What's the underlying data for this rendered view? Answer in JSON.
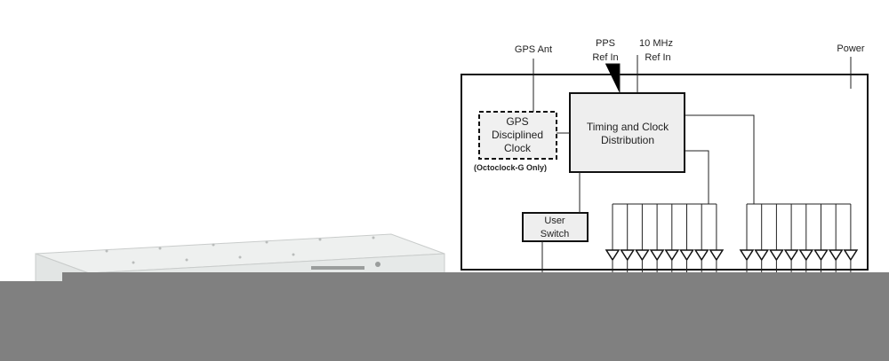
{
  "diagram": {
    "inputs": {
      "gps_ant": "GPS Ant",
      "pps_line1": "PPS",
      "pps_line2": "Ref In",
      "ref_line1": "10 MHz",
      "ref_line2": "Ref In",
      "power": "Power"
    },
    "gps_clock": {
      "line1": "GPS",
      "line2": "Disciplined",
      "line3": "Clock",
      "note": "(Octoclock-G Only)"
    },
    "timing": {
      "line1": "Timing and Clock",
      "line2": "Distribution"
    },
    "switch": {
      "line1": "User",
      "line2": "Switch"
    }
  },
  "colors": {
    "band": "#808080",
    "gps_box_fill": "#f0f0f0",
    "timing_box_fill": "#eeeeee",
    "switch_box_fill": "#eeeeee",
    "device_body": "#e9eceb"
  }
}
